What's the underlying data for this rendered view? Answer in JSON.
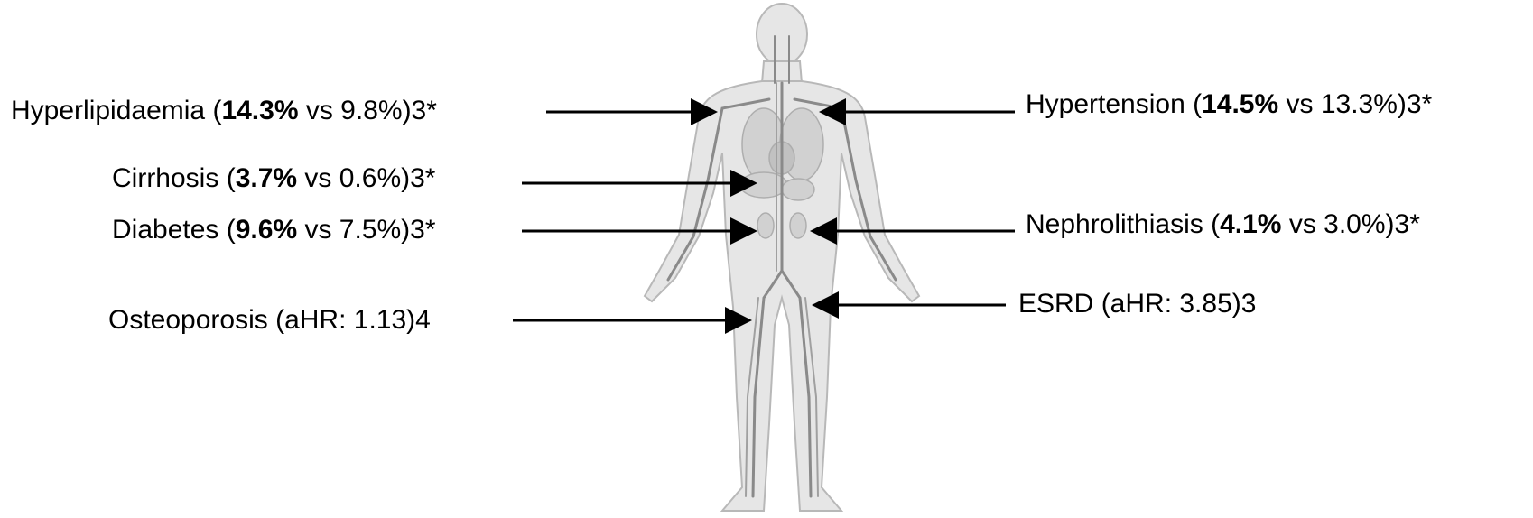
{
  "conditions": [
    {
      "id": "hyperlipidaemia",
      "name": "Hyperlipidaemia",
      "bold": "14.3%",
      "rest": " vs 9.8%)3*"
    },
    {
      "id": "hypertension",
      "name": "Hypertension",
      "bold": "14.5%",
      "rest": " vs 13.3%)3*"
    },
    {
      "id": "cirrhosis",
      "name": "Cirrhosis",
      "bold": "3.7%",
      "rest": " vs 0.6%)3*"
    },
    {
      "id": "diabetes",
      "name": "Diabetes",
      "bold": "9.6%",
      "rest": " vs 7.5%)3*"
    },
    {
      "id": "nephrolithiasis",
      "name": "Nephrolithiasis",
      "bold": "4.1%",
      "rest": " vs 3.0%)3*"
    },
    {
      "id": "osteoporosis",
      "name": "Osteoporosis",
      "bold": "",
      "rest": " (aHR: 1.13)4"
    },
    {
      "id": "esrd",
      "name": "ESRD",
      "bold": "",
      "rest": " (aHR: 3.85)3"
    }
  ],
  "image": {
    "icon": "human-circulatory-system-icon",
    "color": "#9a9a9a",
    "arrow_color": "#000000"
  }
}
